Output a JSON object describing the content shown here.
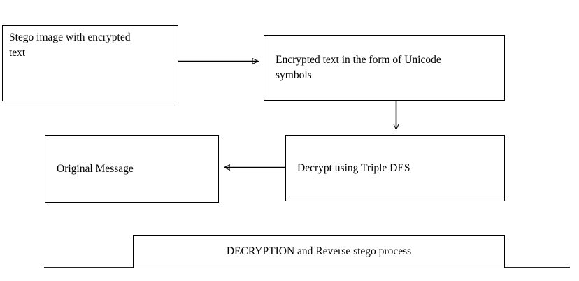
{
  "diagram": {
    "title": "DECRYPTION and Reverse stego process",
    "type": "flowchart",
    "orientation": "left-to-right then right-to-left",
    "colors": {
      "background": "#ffffff",
      "stroke": "#000000",
      "text": "#000000"
    },
    "nodes": [
      {
        "id": "stego",
        "label": "Stego image with  encrypted\ntext",
        "shape": "rectangle"
      },
      {
        "id": "unicode",
        "label": "Encrypted text in the form of Unicode\nsymbols",
        "shape": "rectangle"
      },
      {
        "id": "decrypt",
        "label": "Decrypt using Triple DES",
        "shape": "rectangle"
      },
      {
        "id": "original",
        "label": "Original Message",
        "shape": "rectangle"
      },
      {
        "id": "banner",
        "label": "DECRYPTION  and Reverse stego process",
        "shape": "rectangle"
      }
    ],
    "edges": [
      {
        "id": "stego-to-unicode",
        "from": "stego",
        "to": "unicode",
        "direction": "right",
        "label": ""
      },
      {
        "id": "unicode-to-decrypt",
        "from": "unicode",
        "to": "decrypt",
        "direction": "down",
        "label": ""
      },
      {
        "id": "decrypt-to-original",
        "from": "decrypt",
        "to": "original",
        "direction": "left",
        "label": ""
      }
    ],
    "rules": [
      {
        "id": "baseline-rule",
        "orientation": "horizontal"
      }
    ]
  }
}
